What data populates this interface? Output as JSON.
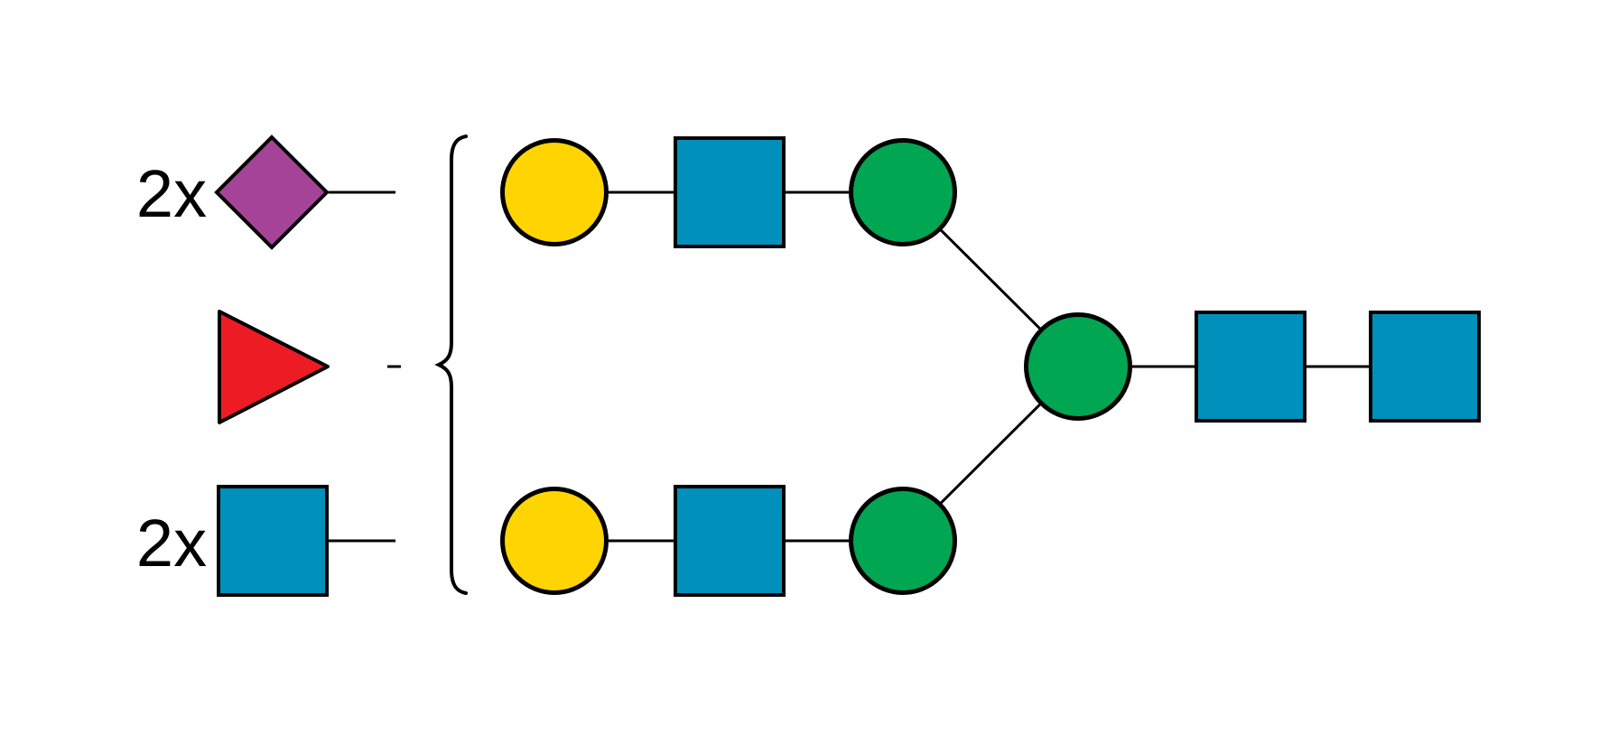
{
  "labels": {
    "top_multiplier": "2x",
    "bottom_multiplier": "2x"
  },
  "colors": {
    "purple": "#A54399",
    "red": "#ED1C24",
    "blue": "#0090BC",
    "yellow": "#FFD400",
    "green": "#00A651",
    "line": "#000000",
    "text": "#000000",
    "background": "#FFFFFF"
  },
  "diagram": {
    "type": "glycan-structure-schematic",
    "left_column_items": [
      {
        "count_label": "2x",
        "shape": "diamond",
        "color": "#A54399"
      },
      {
        "count_label": "",
        "shape": "right-pointing-triangle",
        "color": "#ED1C24"
      },
      {
        "count_label": "2x",
        "shape": "square",
        "color": "#0090BC"
      }
    ],
    "grouping_symbol": "left-curly-brace",
    "main_structure": {
      "top_branch": [
        "yellow-circle",
        "blue-square",
        "green-circle"
      ],
      "bottom_branch": [
        "yellow-circle",
        "blue-square",
        "green-circle"
      ],
      "core_chain": [
        "green-circle",
        "blue-square",
        "blue-square"
      ]
    }
  }
}
